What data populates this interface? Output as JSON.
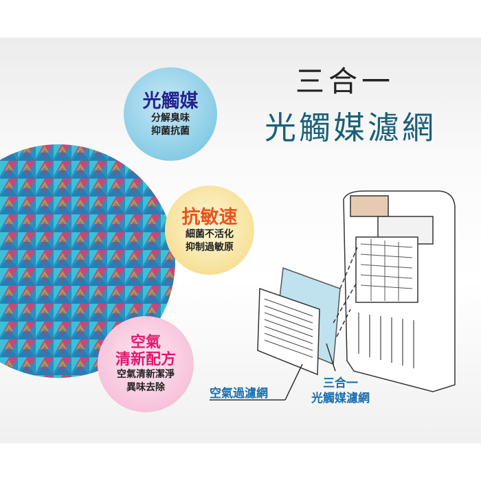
{
  "title": {
    "line1": "三合一",
    "line2": "光觸媒濾網"
  },
  "bubbles": [
    {
      "heading": "光觸媒",
      "lines": [
        "分解臭味",
        "抑菌抗菌"
      ],
      "color": "#23238f"
    },
    {
      "heading": "抗敏速",
      "lines": [
        "細菌不活化",
        "抑制過敏原"
      ],
      "color": "#e8551f"
    },
    {
      "heading_lines": [
        "空氣",
        "清新配方"
      ],
      "lines": [
        "空氣清新潔淨",
        "異味去除"
      ],
      "color": "#e5166e"
    }
  ],
  "labels": {
    "air_filter": "空氣過濾網",
    "photo_filter_1": "三合一",
    "photo_filter_2": "光觸媒濾網"
  }
}
